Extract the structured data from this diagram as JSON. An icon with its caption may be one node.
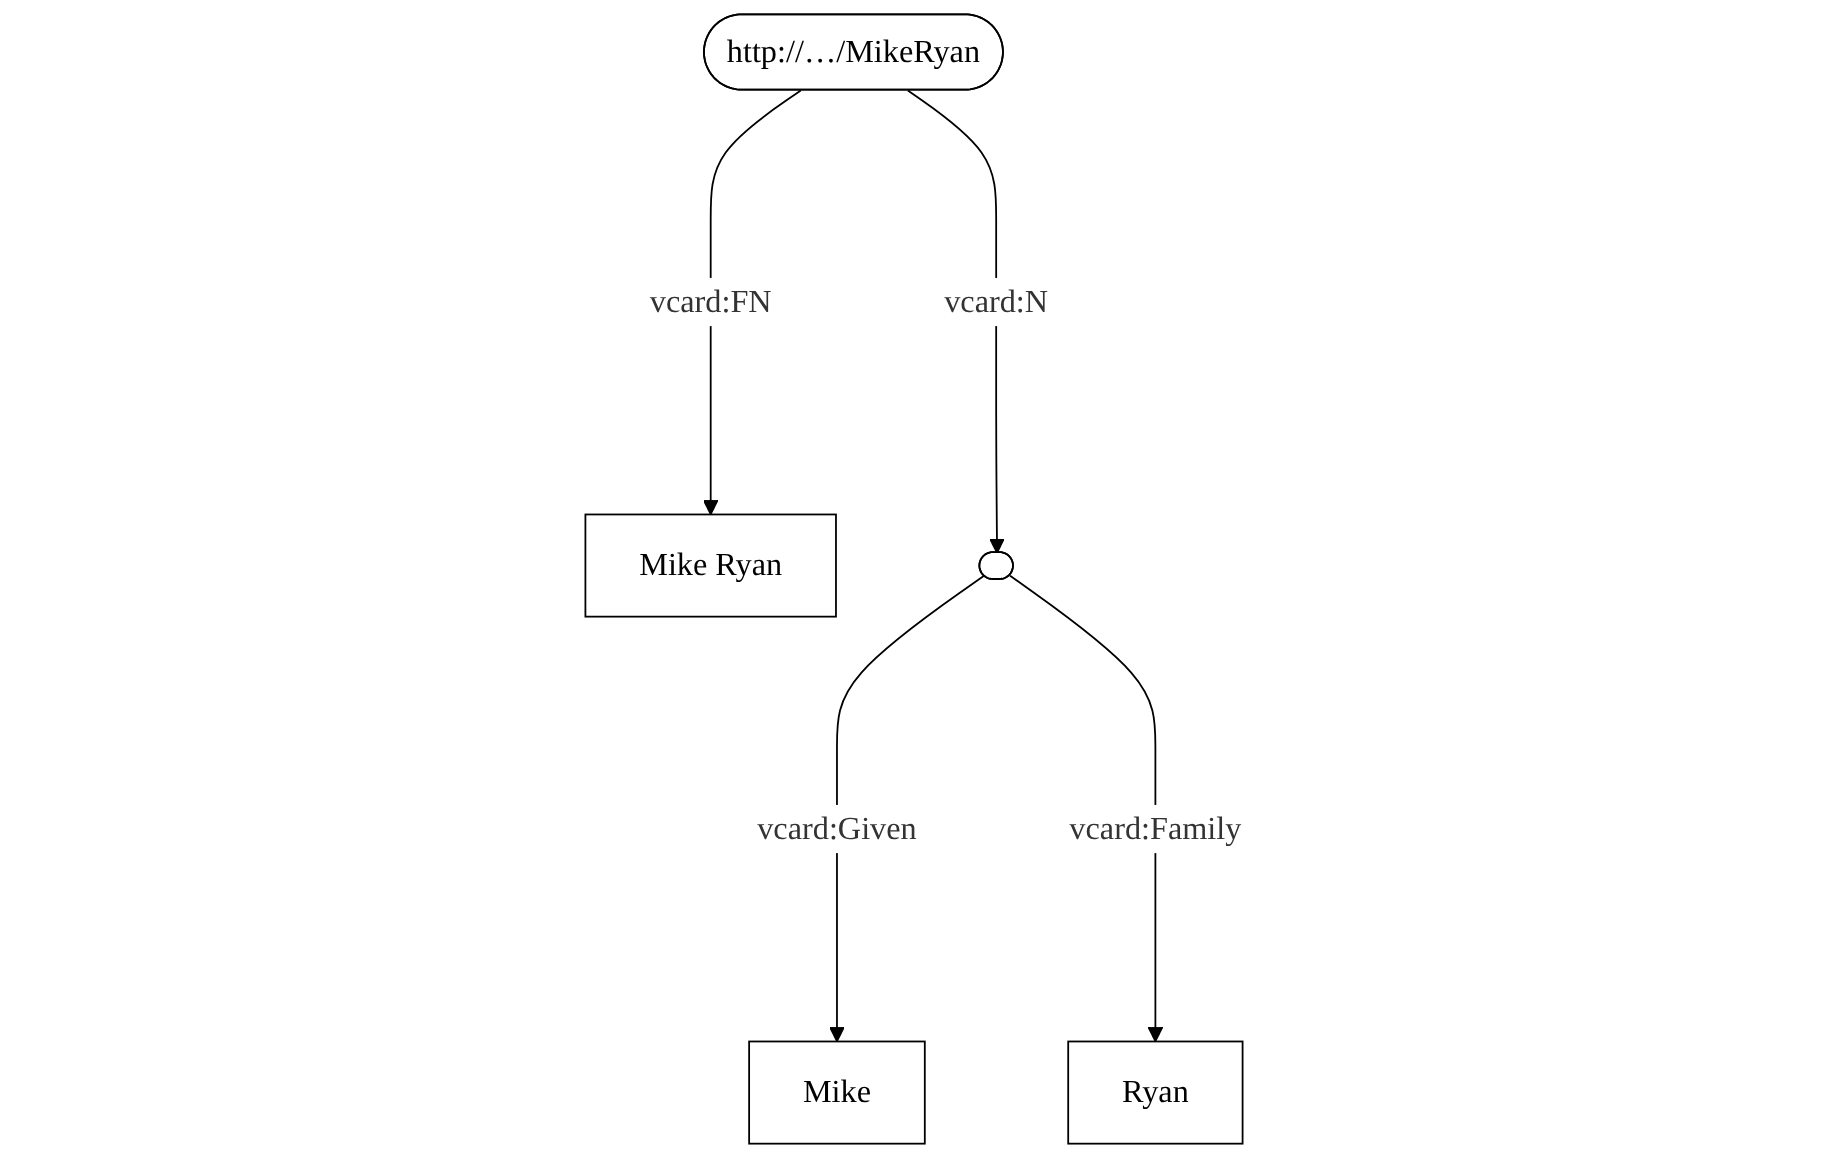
{
  "diagram": {
    "nodes": [
      {
        "text": [
          "http://…/MikeRyan"
        ]
      },
      {
        "text": [
          "Mike Ryan"
        ]
      },
      {
        "text": [],
        "shape": "ellipse"
      },
      {
        "text": [
          "Mike"
        ]
      },
      {
        "text": [
          "Ryan"
        ]
      }
    ],
    "edges": [
      {
        "from": 0,
        "to": 1,
        "arrow": "to",
        "label": "vcard:FN"
      },
      {
        "from": 0,
        "to": 2,
        "arrow": "to",
        "label": "vcard:N"
      },
      {
        "from": 2,
        "to": 3,
        "arrow": "to",
        "label": "vcard:Given"
      },
      {
        "from": 2,
        "to": 4,
        "arrow": "to",
        "label": "vcard:Family"
      }
    ]
  }
}
